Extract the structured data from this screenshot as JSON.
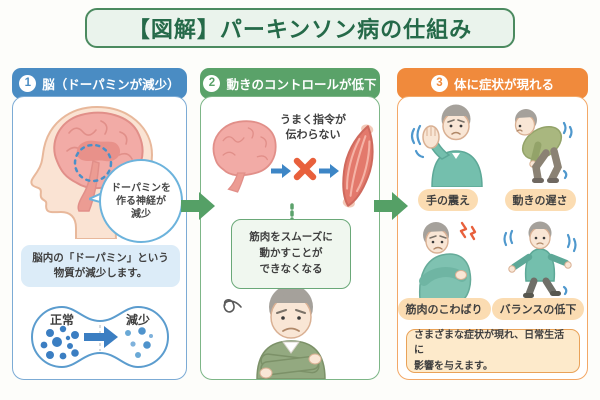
{
  "title": "【図解】パーキンソン病の仕組み",
  "columns": [
    {
      "number": "1",
      "header": "脳（ドーパミンが減少）",
      "bubble": [
        "ドーパミンを",
        "作る神経が",
        "減少"
      ],
      "note": [
        "脳内の「ドーパミン」という",
        "物質が減少します。"
      ],
      "compare": {
        "left": "正常",
        "right": "減少"
      }
    },
    {
      "number": "2",
      "header": "動きのコントロールが低下",
      "caption": [
        "うまく指令が",
        "伝わらない"
      ],
      "note": [
        "筋肉をスムーズに",
        "動かすことが",
        "できなくなる"
      ]
    },
    {
      "number": "3",
      "header": "体に症状が現れる",
      "symptoms": [
        "手の震え",
        "動きの遅さ",
        "筋肉のこわばり",
        "バランスの低下"
      ],
      "note": [
        "さまざまな症状が現れ、日常生活に",
        "影響を与えます。"
      ]
    }
  ],
  "colors": {
    "accent_blue": "#4a8cc3",
    "accent_green": "#5aa269",
    "accent_orange": "#f08a3c",
    "title_green": "#256a49",
    "dopamine_dot_blue": "#3b7ec2",
    "alert_red": "#e8603c",
    "tremor_mark_blue": "#4f98cd"
  }
}
